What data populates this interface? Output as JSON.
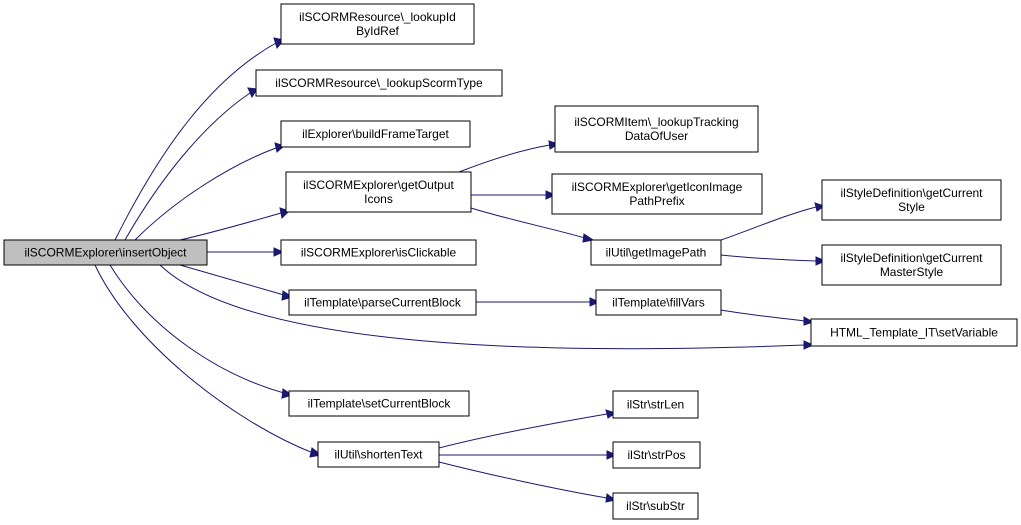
{
  "graph": {
    "root": "insertObject",
    "colors": {
      "edge": "#191970",
      "root_fill": "#bfbfbf",
      "node_fill": "#ffffff",
      "border": "#000000"
    },
    "nodes": {
      "insertObject": [
        "ilSCORMExplorer\\insertObject"
      ],
      "lookupIdByIdRef": [
        "ilSCORMResource\\_lookupId",
        "ByIdRef"
      ],
      "lookupScormType": [
        "ilSCORMResource\\_lookupScormType"
      ],
      "buildFrameTarget": [
        "ilExplorer\\buildFrameTarget"
      ],
      "getOutputIcons": [
        "ilSCORMExplorer\\getOutput",
        "Icons"
      ],
      "isClickable": [
        "ilSCORMExplorer\\isClickable"
      ],
      "parseCurrentBlock": [
        "ilTemplate\\parseCurrentBlock"
      ],
      "setCurrentBlock": [
        "ilTemplate\\setCurrentBlock"
      ],
      "shortenText": [
        "ilUtil\\shortenText"
      ],
      "lookupTracking": [
        "ilSCORMItem\\_lookupTracking",
        "DataOfUser"
      ],
      "getIconImagePathPrefix": [
        "ilSCORMExplorer\\getIconImage",
        "PathPrefix"
      ],
      "getImagePath": [
        "ilUtil\\getImagePath"
      ],
      "fillVars": [
        "ilTemplate\\fillVars"
      ],
      "setVariable": [
        "HTML_Template_IT\\setVariable"
      ],
      "getCurrentStyle": [
        "ilStyleDefinition\\getCurrent",
        "Style"
      ],
      "getCurrentMasterStyle": [
        "ilStyleDefinition\\getCurrent",
        "MasterStyle"
      ],
      "strLen": [
        "ilStr\\strLen"
      ],
      "strPos": [
        "ilStr\\strPos"
      ],
      "subStr": [
        "ilStr\\subStr"
      ]
    },
    "edges": [
      [
        "insertObject",
        "lookupIdByIdRef"
      ],
      [
        "insertObject",
        "lookupScormType"
      ],
      [
        "insertObject",
        "buildFrameTarget"
      ],
      [
        "insertObject",
        "getOutputIcons"
      ],
      [
        "insertObject",
        "isClickable"
      ],
      [
        "insertObject",
        "parseCurrentBlock"
      ],
      [
        "insertObject",
        "setVariable"
      ],
      [
        "insertObject",
        "setCurrentBlock"
      ],
      [
        "insertObject",
        "shortenText"
      ],
      [
        "getOutputIcons",
        "lookupTracking"
      ],
      [
        "getOutputIcons",
        "getIconImagePathPrefix"
      ],
      [
        "getOutputIcons",
        "getImagePath"
      ],
      [
        "getImagePath",
        "getCurrentStyle"
      ],
      [
        "getImagePath",
        "getCurrentMasterStyle"
      ],
      [
        "parseCurrentBlock",
        "fillVars"
      ],
      [
        "fillVars",
        "setVariable"
      ],
      [
        "shortenText",
        "strLen"
      ],
      [
        "shortenText",
        "strPos"
      ],
      [
        "shortenText",
        "subStr"
      ]
    ]
  }
}
